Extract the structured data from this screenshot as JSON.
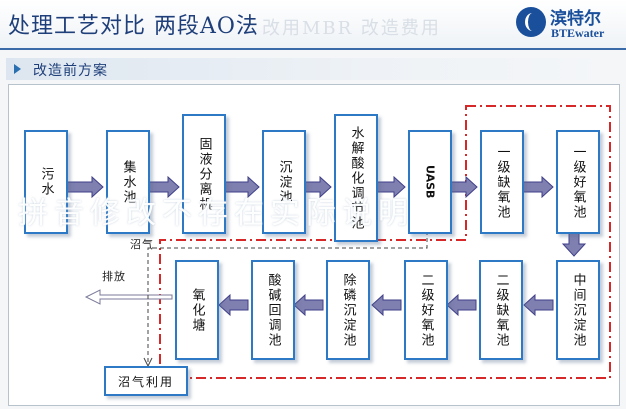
{
  "header": {
    "title": "处理工艺对比 两段AO法",
    "faded_text": "改用MBR 改造费用",
    "logo": {
      "name": "滨特尔",
      "tagline": "BTEwater"
    }
  },
  "section": {
    "heading": "改造前方案"
  },
  "process": {
    "row1": [
      {
        "id": "sewage",
        "label": "污水"
      },
      {
        "id": "collection-tank",
        "label": "集水池"
      },
      {
        "id": "solid-liquid-separator",
        "label": "固液分离机"
      },
      {
        "id": "settling-tank",
        "label": "沉淀池"
      },
      {
        "id": "hydrolysis-acidification-tank",
        "label": "水解酸化调节池"
      },
      {
        "id": "uasb",
        "label": "UASB"
      },
      {
        "id": "primary-anoxic-tank",
        "label": "一级缺氧池"
      },
      {
        "id": "primary-aerobic-tank",
        "label": "一级好氧池"
      }
    ],
    "row2": [
      {
        "id": "intermediate-settling-tank",
        "label": "中间沉淀池"
      },
      {
        "id": "secondary-anoxic-tank",
        "label": "二级缺氧池"
      },
      {
        "id": "secondary-aerobic-tank",
        "label": "二级好氧池"
      },
      {
        "id": "phosphorus-removal-settling-tank",
        "label": "除磷沉淀池"
      },
      {
        "id": "ph-adjustment-tank",
        "label": "酸碱回调池"
      },
      {
        "id": "oxidation-pond",
        "label": "氧化塘"
      }
    ],
    "biogas_utilization": "沼气利用",
    "biogas_label": "沼气",
    "discharge_label": "排放"
  },
  "colors": {
    "box_border": "#2e79c6",
    "arrow_fill": "#7f7fb0",
    "arrow_stroke": "#3f3f8a",
    "dashdot": "#d62828",
    "title": "#1f3f7a"
  },
  "watermark_text": "拼音修改不存在实际说明"
}
